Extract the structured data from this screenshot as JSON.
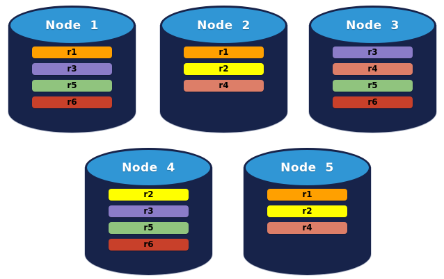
{
  "diagram": {
    "description": "Five database nodes (cylinders) showing replica placement",
    "colors": {
      "background": "#FFFFFF",
      "cylinder_body": "#17234A",
      "cylinder_top": "#3096D5",
      "node_label_text": "#FFFFFF",
      "replica_label_text": "#000000"
    },
    "replica_colors": {
      "r1": "#FFA000",
      "r2": "#FFFF00",
      "r3": "#8B7CC8",
      "r4": "#DD7E68",
      "r5": "#90C47E",
      "r6": "#C8402A"
    },
    "nodes": [
      {
        "label": "Node  1",
        "replicas": [
          "r1",
          "r3",
          "r5",
          "r6"
        ]
      },
      {
        "label": "Node  2",
        "replicas": [
          "r1",
          "r2",
          "r4"
        ]
      },
      {
        "label": "Node  3",
        "replicas": [
          "r3",
          "r4",
          "r5",
          "r6"
        ]
      },
      {
        "label": "Node  4",
        "replicas": [
          "r2",
          "r3",
          "r5",
          "r6"
        ]
      },
      {
        "label": "Node  5",
        "replicas": [
          "r1",
          "r2",
          "r4"
        ]
      }
    ]
  }
}
